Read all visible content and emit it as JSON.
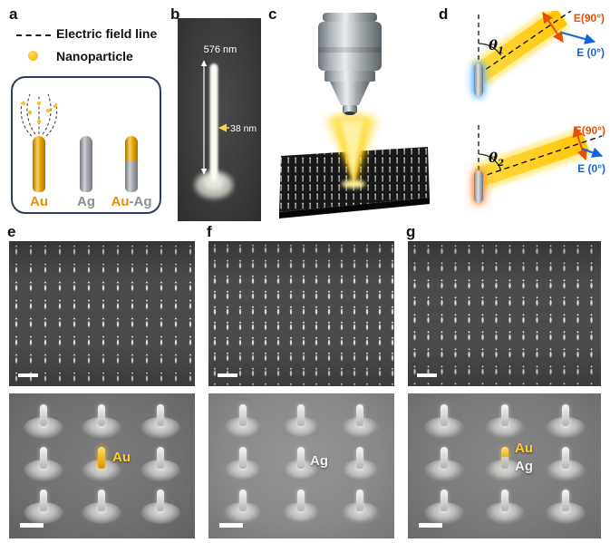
{
  "colors": {
    "gold": "#f0a800",
    "silver": "#a7adb3",
    "gold_label": "#f08c00",
    "silver_label": "#8a9096",
    "e90_label_color": "#e2500a",
    "e0_label_color": "#1565d8",
    "beam_yellow": "#ffd400",
    "nanoparticle_yellow": "#f5c518"
  },
  "panel_a": {
    "letter": "a",
    "legend": {
      "field_line_label": "Electric field line",
      "nanoparticle_label": "Nanoparticle"
    },
    "rods": {
      "gold_label": "Au",
      "silver_label": "Ag",
      "bimetal_gold_part": "Au",
      "bimetal_silver_part": "-Ag"
    }
  },
  "panel_b": {
    "letter": "b",
    "length_label": "576 nm",
    "width_label": "38 nm"
  },
  "panel_c": {
    "letter": "c"
  },
  "panel_d": {
    "letter": "d",
    "top_diagram": {
      "theta_symbol": "θ",
      "theta_subscript": "1",
      "e90_label": "E(90°)",
      "e0_label": "E (0°)"
    },
    "bottom_diagram": {
      "theta_symbol": "θ",
      "theta_subscript": "2",
      "e90_label": "E(90°)",
      "e0_label": "E (0°)"
    }
  },
  "panel_e": {
    "letter": "e",
    "material_label": "Au"
  },
  "panel_f": {
    "letter": "f",
    "material_label": "Ag"
  },
  "panel_g": {
    "letter": "g",
    "material_top_label": "Au",
    "material_bottom_label": "Ag"
  }
}
